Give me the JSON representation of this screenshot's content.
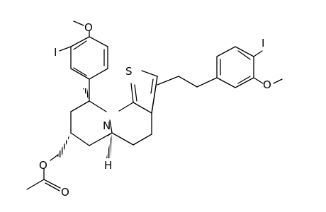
{
  "atoms": {
    "o_methoxy_top": "O",
    "i_top": "I",
    "s_thiophene": "S",
    "n_ring": "N",
    "h_stereo": "H",
    "o_ester": "O",
    "o_carbonyl": "O",
    "i_right": "I",
    "o_methoxy_right": "O"
  }
}
